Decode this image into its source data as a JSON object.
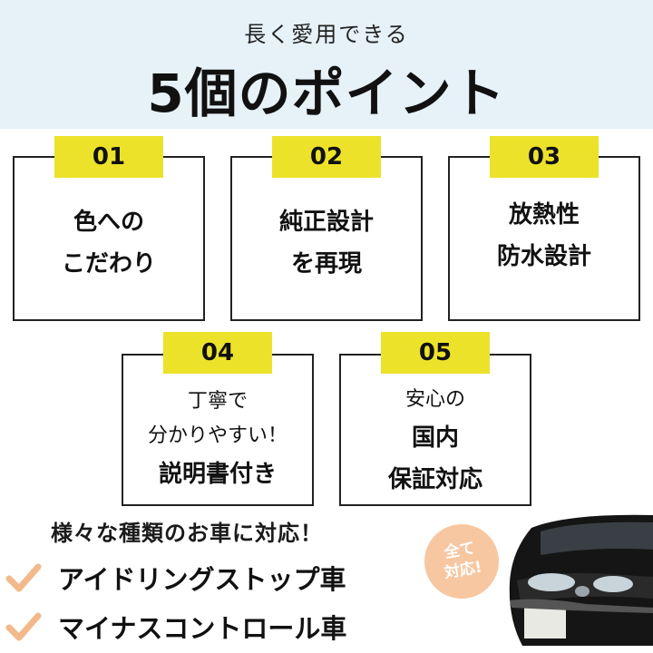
{
  "header": {
    "subtitle": "長く愛用できる",
    "title": "5個のポイント"
  },
  "points": [
    {
      "number": "01",
      "lines": [
        "色への",
        "こだわり"
      ]
    },
    {
      "number": "02",
      "lines": [
        "純正設計",
        "を再現"
      ]
    },
    {
      "number": "03",
      "lines": [
        "放熱性",
        "防水設計"
      ]
    },
    {
      "number": "04",
      "light_lines": [
        "丁寧で",
        "分かりやすい！"
      ],
      "lines": [
        "説明書付き"
      ]
    },
    {
      "number": "05",
      "light_lines": [
        "安心の"
      ],
      "lines": [
        "国内",
        "保証対応"
      ]
    }
  ],
  "compatibility": {
    "heading": "様々な種類のお車に対応！",
    "items": [
      "アイドリングストップ車",
      "マイナスコントロール車"
    ],
    "stamp_line1": "全て",
    "stamp_line2": "対応!"
  },
  "colors": {
    "header_bg": "#e6f1f8",
    "badge": "#ece22a",
    "check": "#f3b98a",
    "stamp": "#f6c7a1"
  },
  "icons": [
    "check-icon",
    "car-image"
  ]
}
